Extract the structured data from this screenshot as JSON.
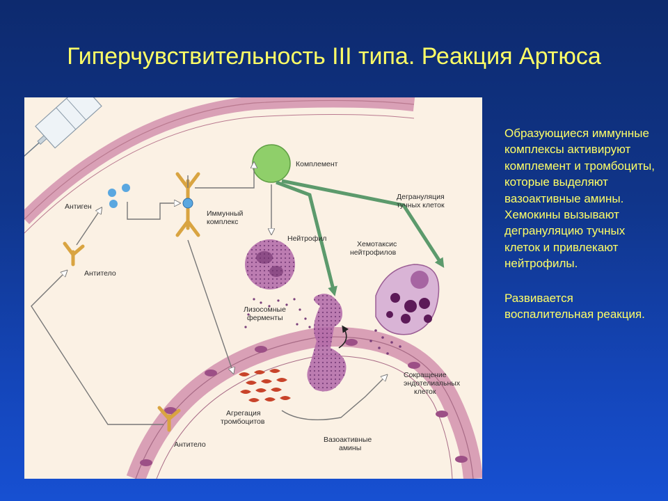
{
  "slide": {
    "title": "Гиперчувствительность III типа. Реакция Артюса",
    "paragraph1": "Образующиеся иммунные комплексы активируют комплемент и тромбоциты, которые выделяют вазоактивные амины. Хемокины вызывают дегрануляцию тучных клеток и привлекают нейтрофилы.",
    "paragraph2": "Развивается воспалительная реакция."
  },
  "diagram": {
    "labels": {
      "antigen": "Антиген",
      "antibody_top": "Антитело",
      "immune_complex_1": "Иммунный",
      "immune_complex_2": "комплекс",
      "complement": "Комплемент",
      "degranulation_1": "Дегрануляция",
      "degranulation_2": "тучных клеток",
      "neutrophil": "Нейтрофил",
      "chemotaxis_1": "Хемотаксис",
      "chemotaxis_2": "нейтрофилов",
      "lysosomal_1": "Лизосомные",
      "lysosomal_2": "ферменты",
      "contraction_1": "Сокращение",
      "contraction_2": "эндотелиальных",
      "contraction_3": "клеток",
      "aggregation_1": "Агрегация",
      "aggregation_2": "тромбоцитов",
      "vasoactive_1": "Вазоактивные",
      "vasoactive_2": "амины",
      "antibody_bottom": "Антитело"
    },
    "colors": {
      "membrane": "#d9a0b6",
      "complement": "#8fcf6a",
      "neutrophil": "#b067a8",
      "mast_cell": "#d9b4d6",
      "green_arrow": "#5c9a6c",
      "platelets": "#c8432a",
      "antigen": "#5aa7e0",
      "antibody": "#d9a441"
    }
  }
}
